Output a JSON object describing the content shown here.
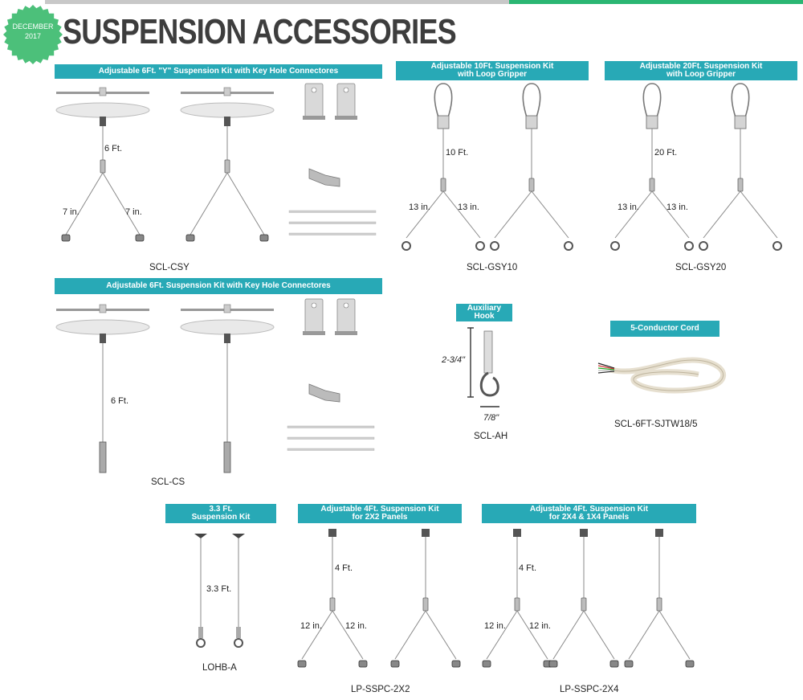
{
  "header": {
    "seal_month": "DECEMBER",
    "seal_year": "2017",
    "title": "SUSPENSION ACCESSORIES"
  },
  "colors": {
    "teal": "#28a9b6",
    "green": "#2bb673",
    "seal": "#4cc07a"
  },
  "sections": {
    "y_kit_6ft": {
      "heading": "Adjustable 6Ft. \"Y\" Suspension Kit with Key Hole Connectores",
      "sku": "SCL-CSY",
      "dim_length": "6 Ft.",
      "dim_left": "7 in.",
      "dim_right": "7 in."
    },
    "kit_10ft": {
      "heading_line1": "Adjustable 10Ft. Suspension Kit",
      "heading_line2": "with Loop Gripper",
      "sku": "SCL-GSY10",
      "dim_length": "10 Ft.",
      "dim_left": "13 in.",
      "dim_right": "13 in."
    },
    "kit_20ft": {
      "heading_line1": "Adjustable 20Ft. Suspension Kit",
      "heading_line2": "with Loop Gripper",
      "sku": "SCL-GSY20",
      "dim_length": "20 Ft.",
      "dim_left": "13 in.",
      "dim_right": "13 in."
    },
    "kit_6ft": {
      "heading": "Adjustable 6Ft. Suspension Kit with Key Hole Connectores",
      "sku": "SCL-CS",
      "dim_length": "6 Ft."
    },
    "aux_hook": {
      "heading_line1": "Auxiliary",
      "heading_line2": "Hook",
      "sku": "SCL-AH",
      "dim_height": "2-3/4\"",
      "dim_width": "7/8\""
    },
    "cord": {
      "heading": "5-Conductor Cord",
      "sku": "SCL-6FT-SJTW18/5"
    },
    "kit_3ft": {
      "heading_line1": "3.3 Ft.",
      "heading_line2": "Suspension Kit",
      "sku": "LOHB-A",
      "dim_length": "3.3 Ft."
    },
    "kit_4ft_2x2": {
      "heading_line1": "Adjustable 4Ft. Suspension Kit",
      "heading_line2": "for 2X2 Panels",
      "sku": "LP-SSPC-2X2",
      "dim_length": "4 Ft.",
      "dim_left": "12 in.",
      "dim_right": "12 in."
    },
    "kit_4ft_2x4": {
      "heading_line1": "Adjustable 4Ft. Suspension Kit",
      "heading_line2": "for 2X4 & 1X4 Panels",
      "sku": "LP-SSPC-2X4",
      "dim_length": "4 Ft.",
      "dim_left": "12 in.",
      "dim_right": "12 in."
    }
  }
}
